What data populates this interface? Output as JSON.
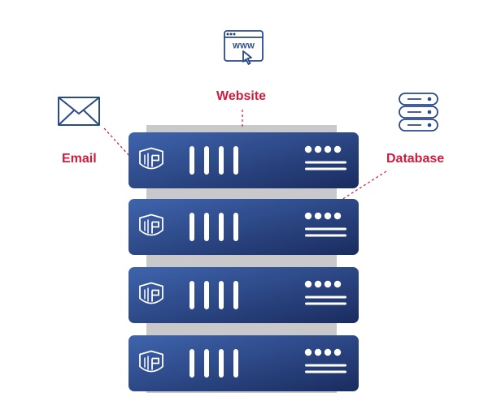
{
  "labels": {
    "website": "Website",
    "email": "Email",
    "database": "Database"
  },
  "icons": {
    "website": "www-browser-icon",
    "email": "envelope-icon",
    "database": "database-stack-icon",
    "logo": "cpanel-shield-logo"
  },
  "colors": {
    "label_red": "#d21b3c",
    "icon_blue": "#2b4a8a",
    "server_top": "#3a5da6",
    "server_bottom": "#1c2f63",
    "rack_gray": "#c9c9cb",
    "stripe": "#ffffff"
  },
  "server_units": [
    {
      "id": "unit-1"
    },
    {
      "id": "unit-2"
    },
    {
      "id": "unit-3"
    },
    {
      "id": "unit-4"
    }
  ]
}
